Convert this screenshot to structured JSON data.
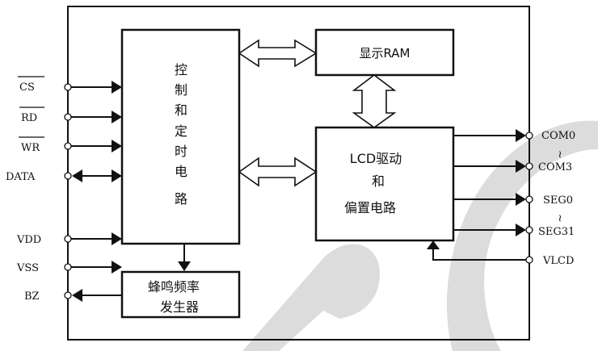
{
  "diagram": {
    "title": "LCD driver block diagram",
    "blocks": {
      "control": {
        "label_chars": [
          "控",
          "制",
          "和",
          "定",
          "时",
          "电",
          "路"
        ]
      },
      "display_ram": {
        "label": "显示RAM"
      },
      "lcd_driver": {
        "line1": "LCD驱动",
        "line2": "和",
        "line3": "偏置电路"
      },
      "buzzer": {
        "line1": "蜂鸣频率",
        "line2": "发生器"
      }
    },
    "left_pins": [
      {
        "name": "CS",
        "overbar": true,
        "direction": "in"
      },
      {
        "name": "RD",
        "overbar": true,
        "direction": "in"
      },
      {
        "name": "WR",
        "overbar": true,
        "direction": "in"
      },
      {
        "name": "DATA",
        "overbar": false,
        "direction": "bidirectional"
      },
      {
        "name": "VDD",
        "overbar": false,
        "direction": "in"
      },
      {
        "name": "VSS",
        "overbar": false,
        "direction": "in"
      },
      {
        "name": "BZ",
        "overbar": false,
        "direction": "out"
      }
    ],
    "right_pins": [
      {
        "name": "COM0",
        "direction": "out"
      },
      {
        "name": "COM3",
        "direction": "out"
      },
      {
        "name": "SEG0",
        "direction": "out"
      },
      {
        "name": "SEG31",
        "direction": "out"
      },
      {
        "name": "VLCD",
        "direction": "in"
      }
    ],
    "range_marks": {
      "com": "~",
      "seg": "~"
    },
    "connections": [
      {
        "from": "control",
        "to": "display_ram",
        "type": "bus-bidirectional"
      },
      {
        "from": "control",
        "to": "lcd_driver",
        "type": "bus-bidirectional"
      },
      {
        "from": "display_ram",
        "to": "lcd_driver",
        "type": "bus-bidirectional"
      },
      {
        "from": "control",
        "to": "buzzer",
        "type": "arrow"
      },
      {
        "from": "VLCD",
        "to": "lcd_driver",
        "type": "arrow"
      }
    ]
  }
}
